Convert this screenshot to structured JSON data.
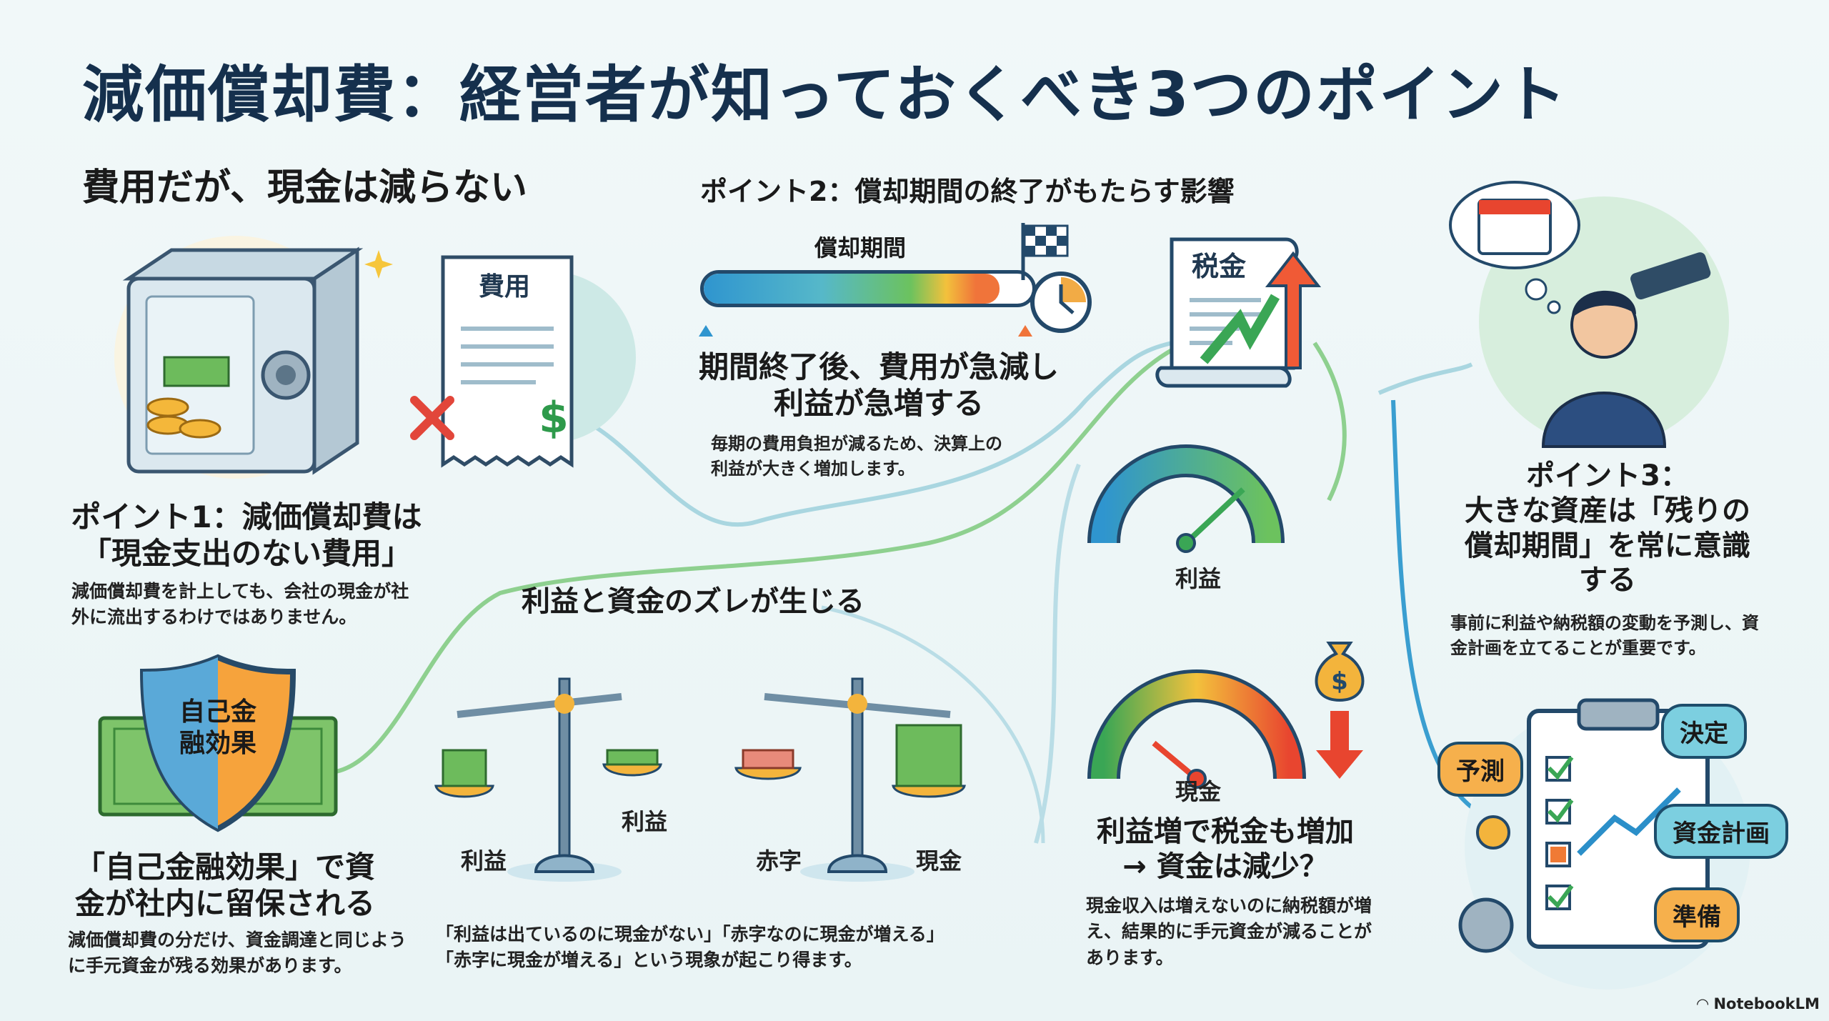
{
  "title": "減価償却費：経営者が知っておくべき3つのポイント",
  "section1": {
    "tagline": "費用だが、現金は減らない",
    "receipt_label": "費用",
    "heading_line1": "ポイント1：減価償却費は",
    "heading_line2": "「現金支出のない費用」",
    "body": "減価償却費を計上しても、会社の現金が社外に流出するわけではありません。"
  },
  "self_finance": {
    "shield_label_line1": "自己金",
    "shield_label_line2": "融効果",
    "heading_line1": "「自己金融効果」で資",
    "heading_line2": "金が社内に留保される",
    "body": "減価償却費の分だけ、資金調達と同じように手元資金が残る効果があります。"
  },
  "section2": {
    "heading": "ポイント2：償却期間の終了がもたらす影響",
    "bar_label": "償却期間",
    "bar_progress": 0.9,
    "subheading_line1": "期間終了後、費用が急減し",
    "subheading_line2": "利益が急増する",
    "body": "毎期の費用負担が減るため、決算上の利益が大きく増加します。",
    "tax_doc_label": "税金",
    "profit_gauge_label": "利益",
    "cash_gauge_label": "現金",
    "tax_heading_line1": "利益増で税金も増加",
    "tax_heading_line2": "→ 資金は減少？",
    "tax_body": "現金収入は増えないのに納税額が増え、結果的に手元資金が減ることがあります。"
  },
  "gap": {
    "heading": "利益と資金のズレが生じる",
    "scale1_left": "利益",
    "scale1_right": "利益",
    "scale2_left": "赤字",
    "scale2_right": "現金",
    "body_line1": "「利益は出ているのに現金がない」「赤字なのに現金が増える」",
    "body_line2": "「赤字に現金が増える」という現象が起こり得ます。"
  },
  "section3": {
    "heading_line1": "ポイント3：",
    "heading_line2": "大きな資産は「残りの",
    "heading_line3": "償却期間」を常に意識",
    "heading_line4": "する",
    "body": "事前に利益や納税額の変動を予測し、資金計画を立てることが重要です。",
    "bubbles": [
      "予測",
      "決定",
      "資金計画",
      "準備"
    ]
  },
  "watermark": "NotebookLM",
  "colors": {
    "title": "#15304d",
    "accent_green": "#3aa655",
    "accent_orange": "#f07a35",
    "accent_blue": "#2b8fc9"
  }
}
